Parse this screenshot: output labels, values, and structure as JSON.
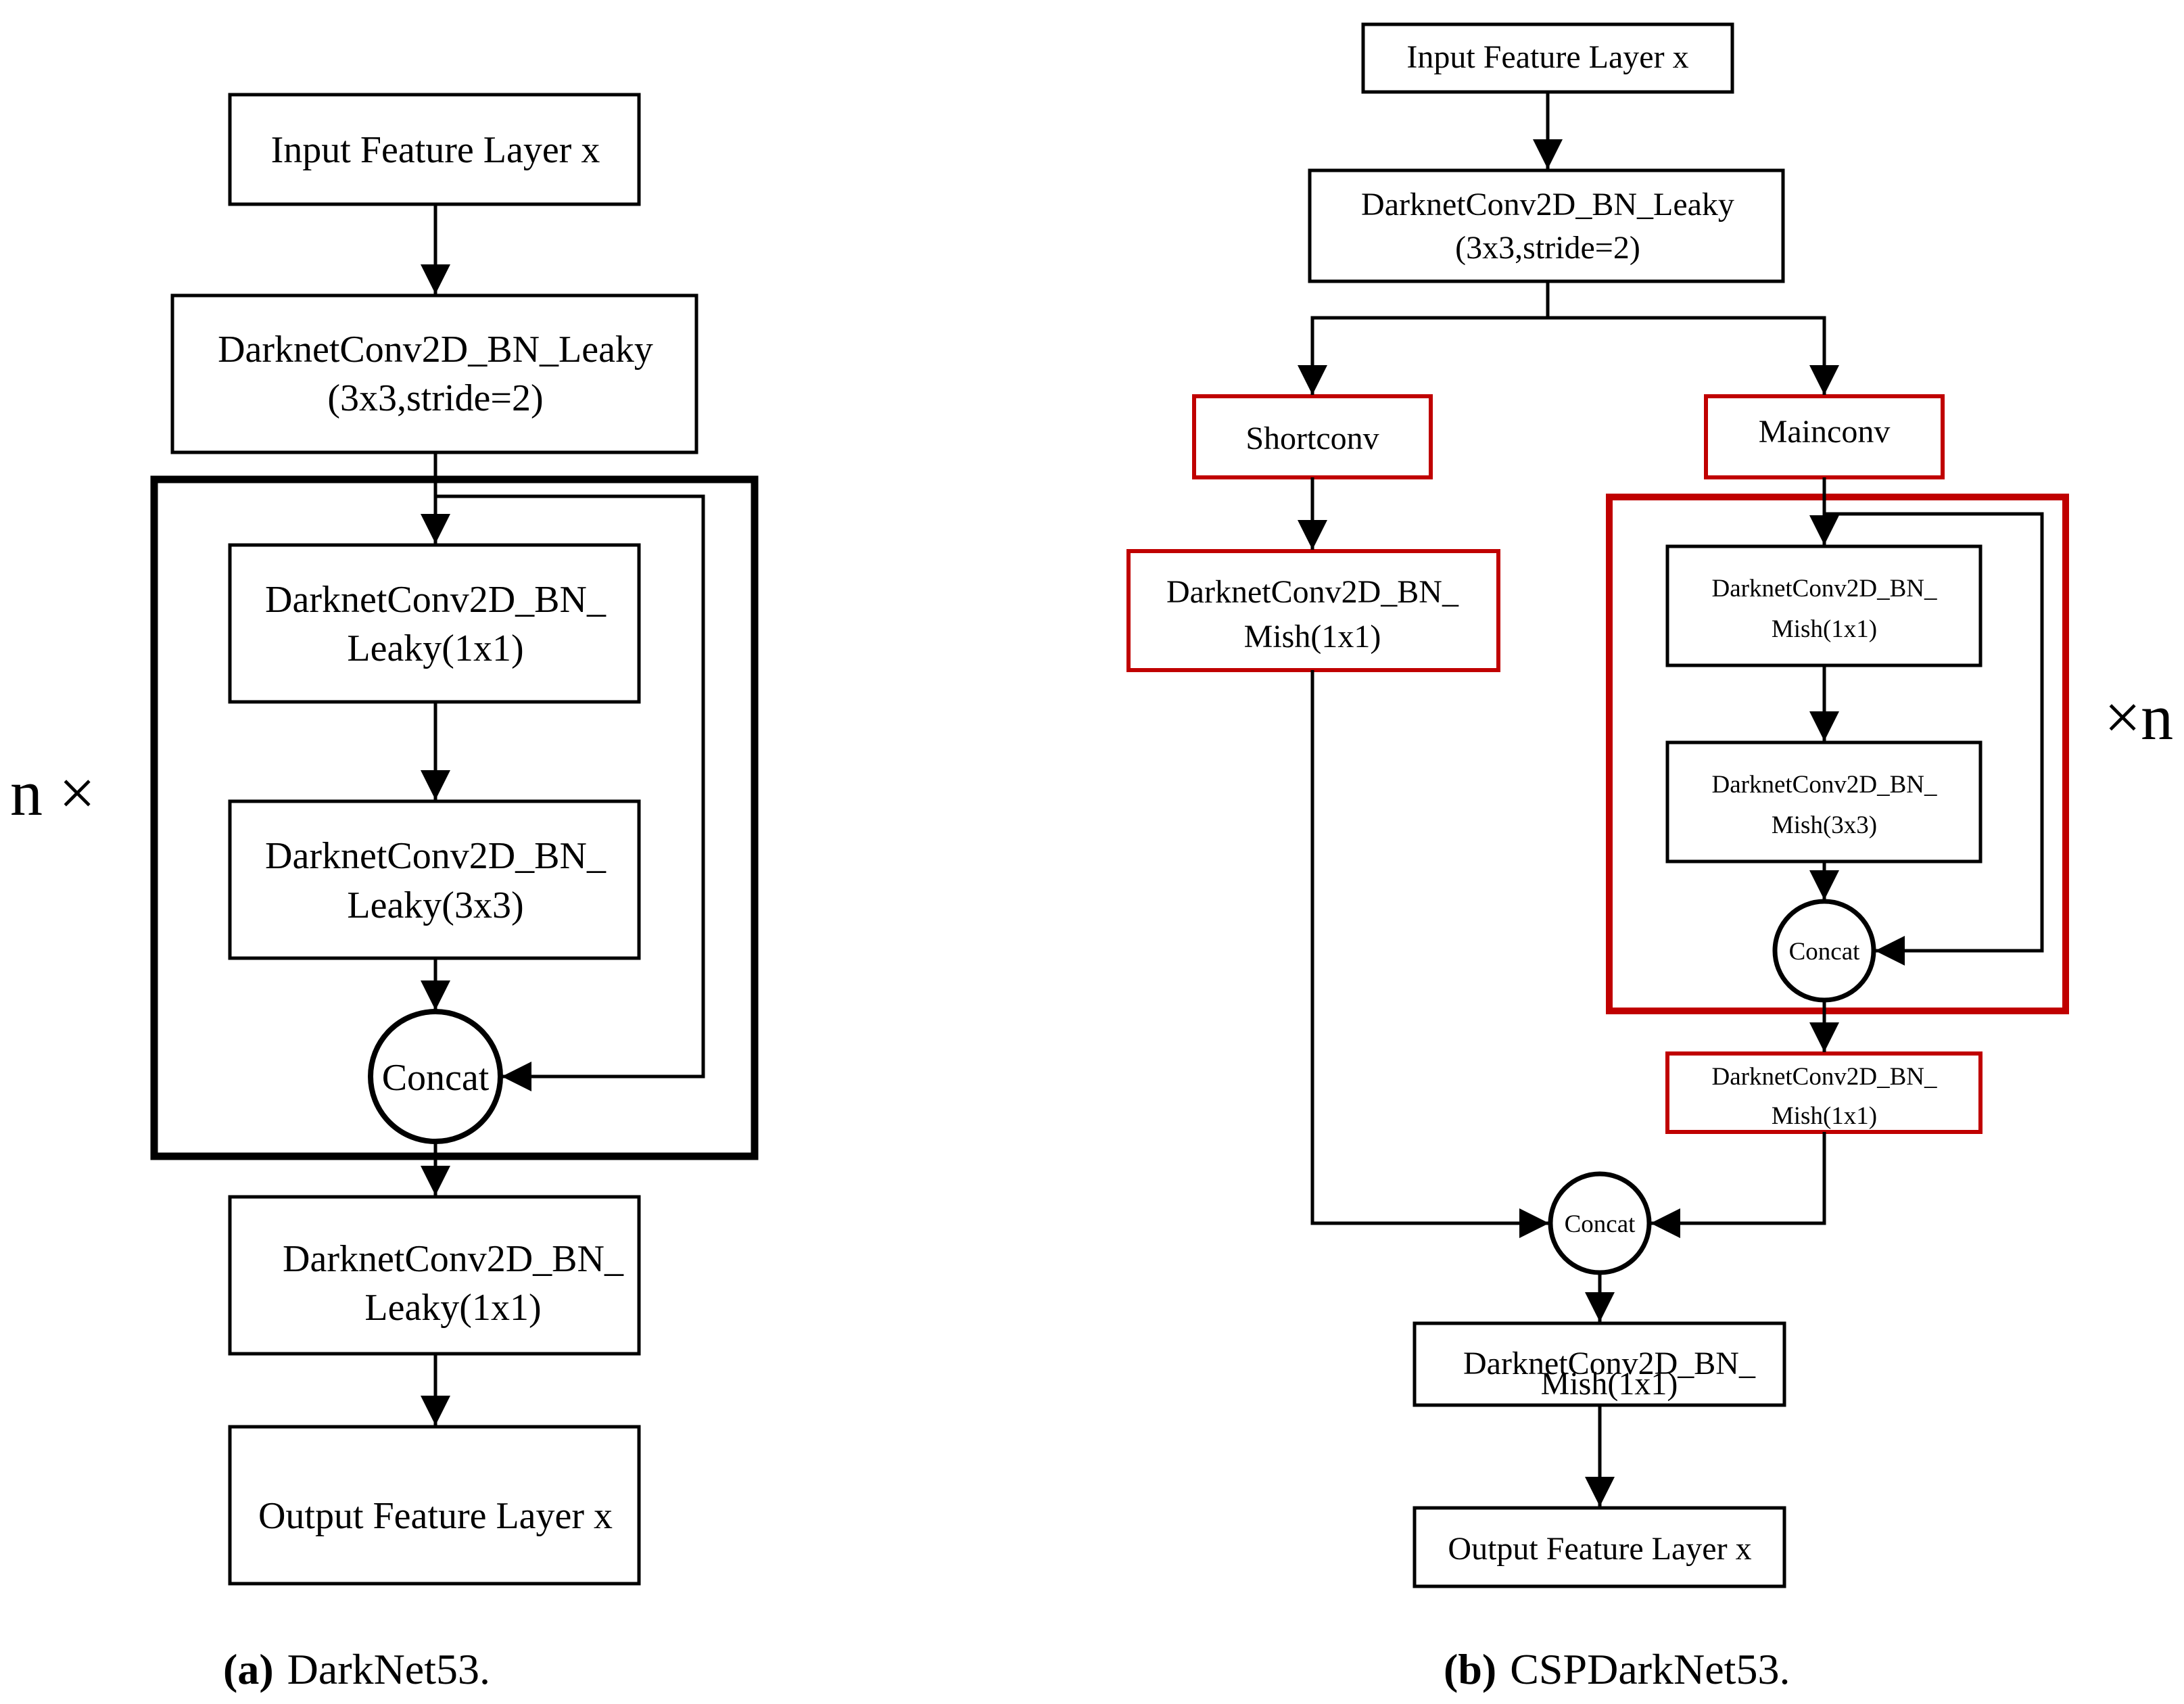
{
  "diagram_a": {
    "input": "Input Feature Layer x",
    "conv_stride": [
      "DarknetConv2D_BN_Leaky",
      "(3x3,stride=2)"
    ],
    "res_conv1": [
      "DarknetConv2D_BN_",
      "Leaky(1x1)"
    ],
    "res_conv2": [
      "DarknetConv2D_BN_",
      "Leaky(3x3)"
    ],
    "concat": "Concat",
    "after_conv": [
      "DarknetConv2D_BN_",
      "Leaky(1x1)"
    ],
    "output": "Output Feature Layer x",
    "repeat": "n ×",
    "caption_letter": "(a)",
    "caption_text": "DarkNet53."
  },
  "diagram_b": {
    "input": "Input Feature Layer x",
    "conv_stride": [
      "DarknetConv2D_BN_Leaky",
      "(3x3,stride=2)"
    ],
    "shortconv": "Shortconv",
    "mainconv": "Mainconv",
    "short_mish": [
      "DarknetConv2D_BN_",
      "Mish(1x1)"
    ],
    "res_mish1": [
      "DarknetConv2D_BN_",
      "Mish(1x1)"
    ],
    "res_mish3": [
      "DarknetConv2D_BN_",
      "Mish(3x3)"
    ],
    "res_concat": "Concat",
    "main_mish_after": [
      "DarknetConv2D_BN_",
      "Mish(1x1)"
    ],
    "merge_concat": "Concat",
    "final_mish": [
      "DarknetConv2D_BN_",
      "Mish(1x1)"
    ],
    "output": "Output Feature Layer x",
    "repeat": "×n",
    "caption_letter": "(b)",
    "caption_text": "CSPDarkNet53."
  },
  "colors": {
    "line": "#000000",
    "highlight": "#c00000"
  }
}
